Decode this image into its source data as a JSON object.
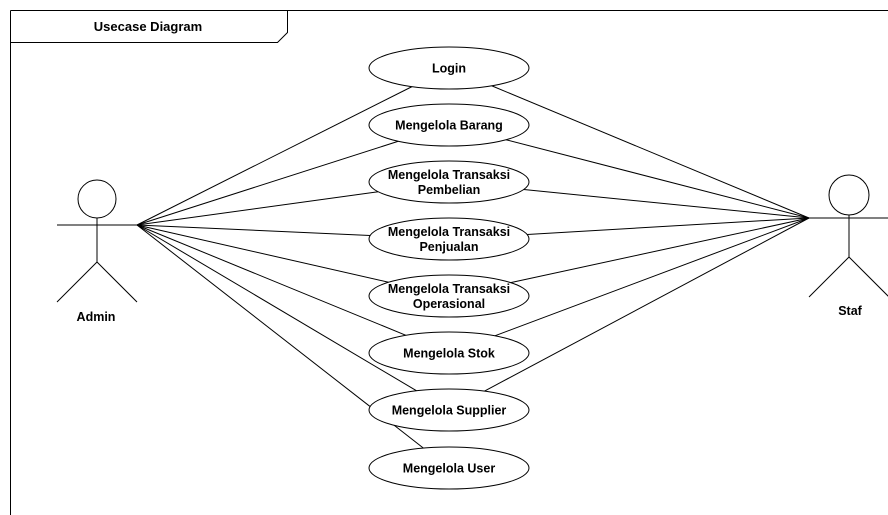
{
  "diagram": {
    "frame_title": "Usecase Diagram",
    "actors": [
      {
        "id": "admin",
        "label": "Admin"
      },
      {
        "id": "staf",
        "label": "Staf"
      }
    ],
    "use_cases": [
      {
        "id": "login",
        "lines": [
          "Login"
        ]
      },
      {
        "id": "mengelola-barang",
        "lines": [
          "Mengelola Barang"
        ]
      },
      {
        "id": "mengelola-transaksi-pembelian",
        "lines": [
          "Mengelola Transaksi",
          "Pembelian"
        ]
      },
      {
        "id": "mengelola-transaksi-penjualan",
        "lines": [
          "Mengelola Transaksi",
          "Penjualan"
        ]
      },
      {
        "id": "mengelola-transaksi-operasional",
        "lines": [
          "Mengelola Transaksi",
          "Operasional"
        ]
      },
      {
        "id": "mengelola-stok",
        "lines": [
          "Mengelola Stok"
        ]
      },
      {
        "id": "mengelola-supplier",
        "lines": [
          "Mengelola Supplier"
        ]
      },
      {
        "id": "mengelola-user",
        "lines": [
          "Mengelola User"
        ]
      }
    ],
    "associations": [
      {
        "actor": "admin",
        "use_case": "login"
      },
      {
        "actor": "admin",
        "use_case": "mengelola-barang"
      },
      {
        "actor": "admin",
        "use_case": "mengelola-transaksi-pembelian"
      },
      {
        "actor": "admin",
        "use_case": "mengelola-transaksi-penjualan"
      },
      {
        "actor": "admin",
        "use_case": "mengelola-transaksi-operasional"
      },
      {
        "actor": "admin",
        "use_case": "mengelola-stok"
      },
      {
        "actor": "admin",
        "use_case": "mengelola-supplier"
      },
      {
        "actor": "admin",
        "use_case": "mengelola-user"
      },
      {
        "actor": "staf",
        "use_case": "login"
      },
      {
        "actor": "staf",
        "use_case": "mengelola-barang"
      },
      {
        "actor": "staf",
        "use_case": "mengelola-transaksi-pembelian"
      },
      {
        "actor": "staf",
        "use_case": "mengelola-transaksi-penjualan"
      },
      {
        "actor": "staf",
        "use_case": "mengelola-transaksi-operasional"
      },
      {
        "actor": "staf",
        "use_case": "mengelola-stok"
      },
      {
        "actor": "staf",
        "use_case": "mengelola-supplier"
      }
    ]
  }
}
